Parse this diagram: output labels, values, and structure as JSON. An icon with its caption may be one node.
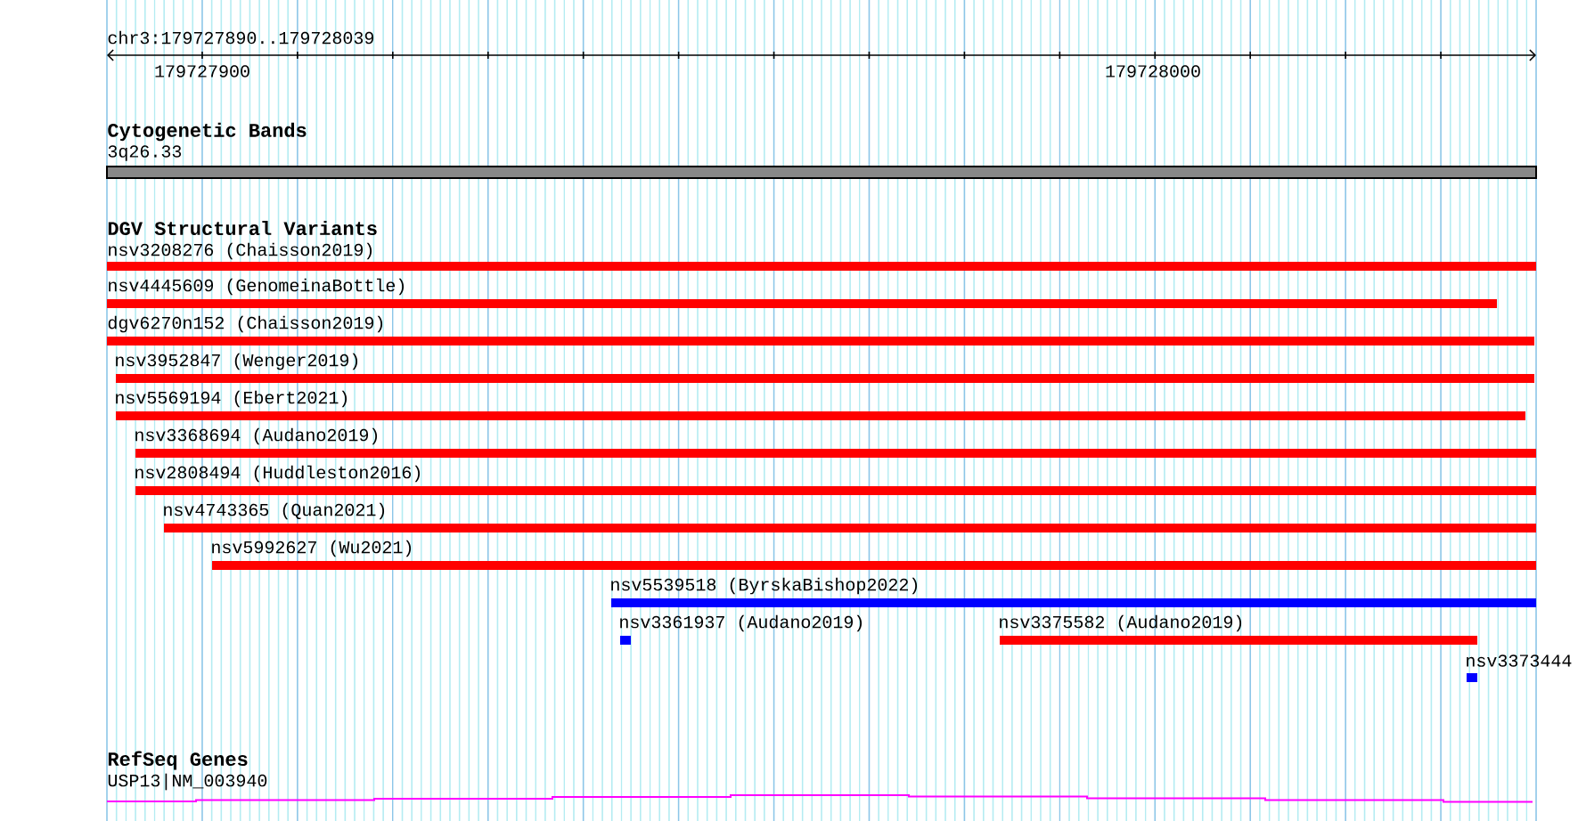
{
  "diagram": {
    "nodes": [
      {
        "text": [
          "3q26.33"
        ]
      },
      {
        "text": [
          "nsv3208276 (Chaisson2019)"
        ]
      },
      {
        "text": [
          "nsv4445609 (GenomeinaBottle)"
        ]
      },
      {
        "text": [
          "dgv6270n152 (Chaisson2019)"
        ]
      },
      {
        "text": [
          "nsv3952847 (Wenger2019)"
        ]
      },
      {
        "text": [
          "nsv5569194 (Ebert2021)"
        ]
      },
      {
        "text": [
          "nsv3368694 (Audano2019)"
        ]
      },
      {
        "text": [
          "nsv2808494 (Huddleston2016)"
        ]
      },
      {
        "text": [
          "nsv4743365 (Quan2021)"
        ]
      },
      {
        "text": [
          "nsv5992627 (Wu2021)"
        ]
      },
      {
        "text": [
          "nsv5539518 (ByrskaBishop2022)"
        ]
      },
      {
        "text": [
          "nsv3361937 (Audano2019)"
        ]
      },
      {
        "text": [
          "nsv3375582 (Audano2019)"
        ]
      },
      {
        "text": [
          "nsv3373444"
        ]
      },
      {
        "text": [
          "USP13|NM_003940"
        ]
      }
    ],
    "labels": [
      "chr3:179727890..179728039",
      "179727900",
      "179728000",
      "Cytogenetic Bands",
      "DGV Structural Variants",
      "RefSeq Genes"
    ]
  }
}
